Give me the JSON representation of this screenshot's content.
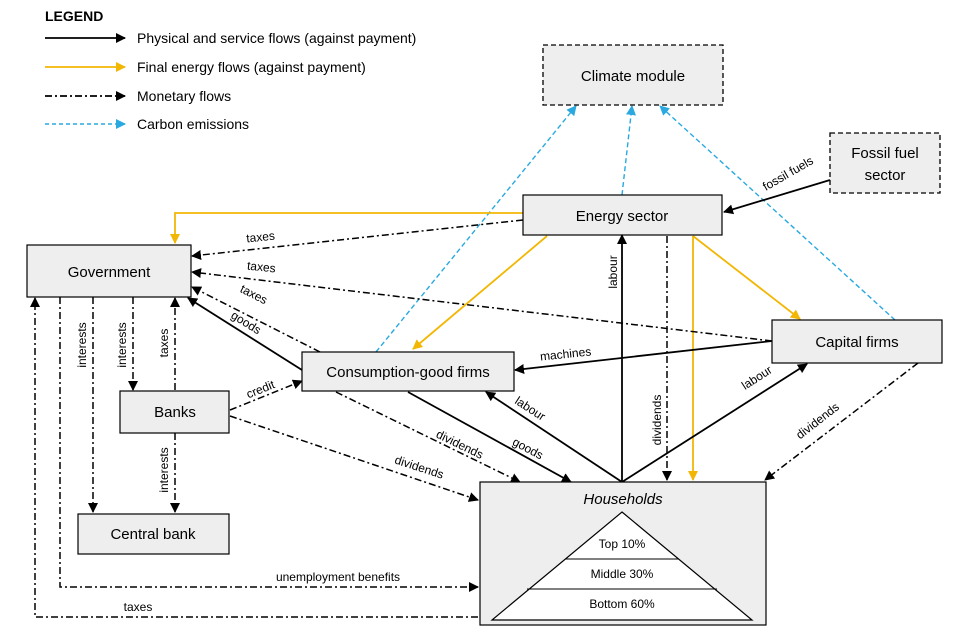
{
  "legend": {
    "title": "LEGEND",
    "physical": "Physical and service flows (against payment)",
    "energy": "Final energy flows (against payment)",
    "monetary": "Monetary flows",
    "carbon": "Carbon emissions"
  },
  "nodes": {
    "climate": "Climate module",
    "fossil_line1": "Fossil fuel",
    "fossil_line2": "sector",
    "energy": "Energy sector",
    "government": "Government",
    "capital": "Capital firms",
    "consumption": "Consumption-good firms",
    "banks": "Banks",
    "central": "Central bank",
    "households": "Households",
    "top": "Top 10%",
    "middle": "Middle 30%",
    "bottom": "Bottom 60%"
  },
  "labels": {
    "fossil_fuels": "fossil fuels",
    "taxes_energy": "taxes",
    "taxes_capital": "taxes",
    "taxes_consumption": "taxes",
    "goods_gov": "goods",
    "interests_gov": "interests",
    "interests_banks": "interests",
    "taxes_banks": "taxes",
    "interests_cb": "interests",
    "credit": "credit",
    "machines": "machines",
    "labour_energy": "labour",
    "labour_consumption": "labour",
    "labour_capital": "labour",
    "dividends_consumption": "dividends",
    "dividends_banks": "dividends",
    "dividends_energy": "dividends",
    "dividends_capital": "dividends",
    "goods_households": "goods",
    "unemployment": "unemployment benefits",
    "taxes_households": "taxes"
  },
  "colors": {
    "physical": "#000000",
    "energy": "#f2b705",
    "monetary": "#000000",
    "carbon": "#29a9e0",
    "box_fill": "#eeeeee"
  }
}
